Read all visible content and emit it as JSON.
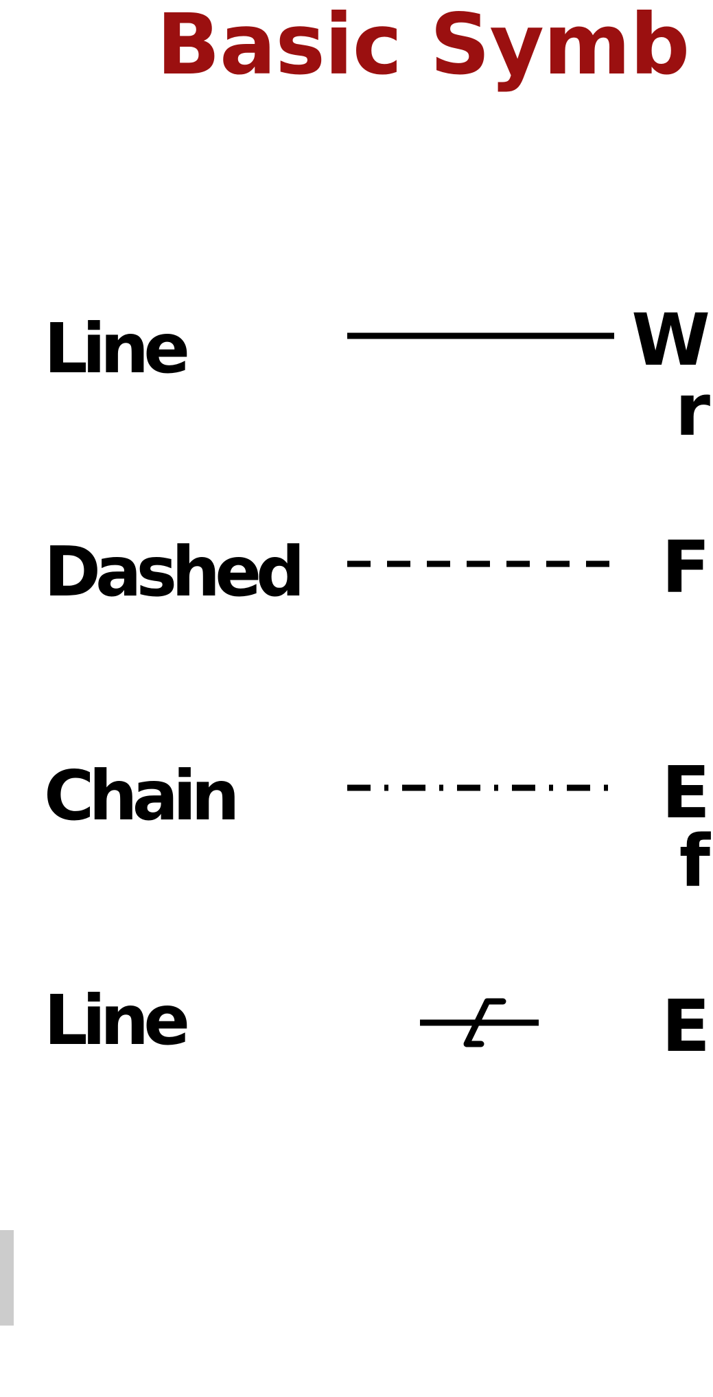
{
  "title": "Basic Symb",
  "title_color": "#9b1010",
  "rows": [
    {
      "label": "Line",
      "symbol": "solid-line",
      "desc": [
        "W",
        "r"
      ]
    },
    {
      "label": "Dashed",
      "symbol": "dashed-line",
      "desc": [
        "F"
      ]
    },
    {
      "label": "Chain",
      "symbol": "chain-line",
      "desc": [
        "E",
        "f"
      ]
    },
    {
      "label": "Line",
      "symbol": "break-line",
      "desc": [
        "E"
      ]
    }
  ]
}
